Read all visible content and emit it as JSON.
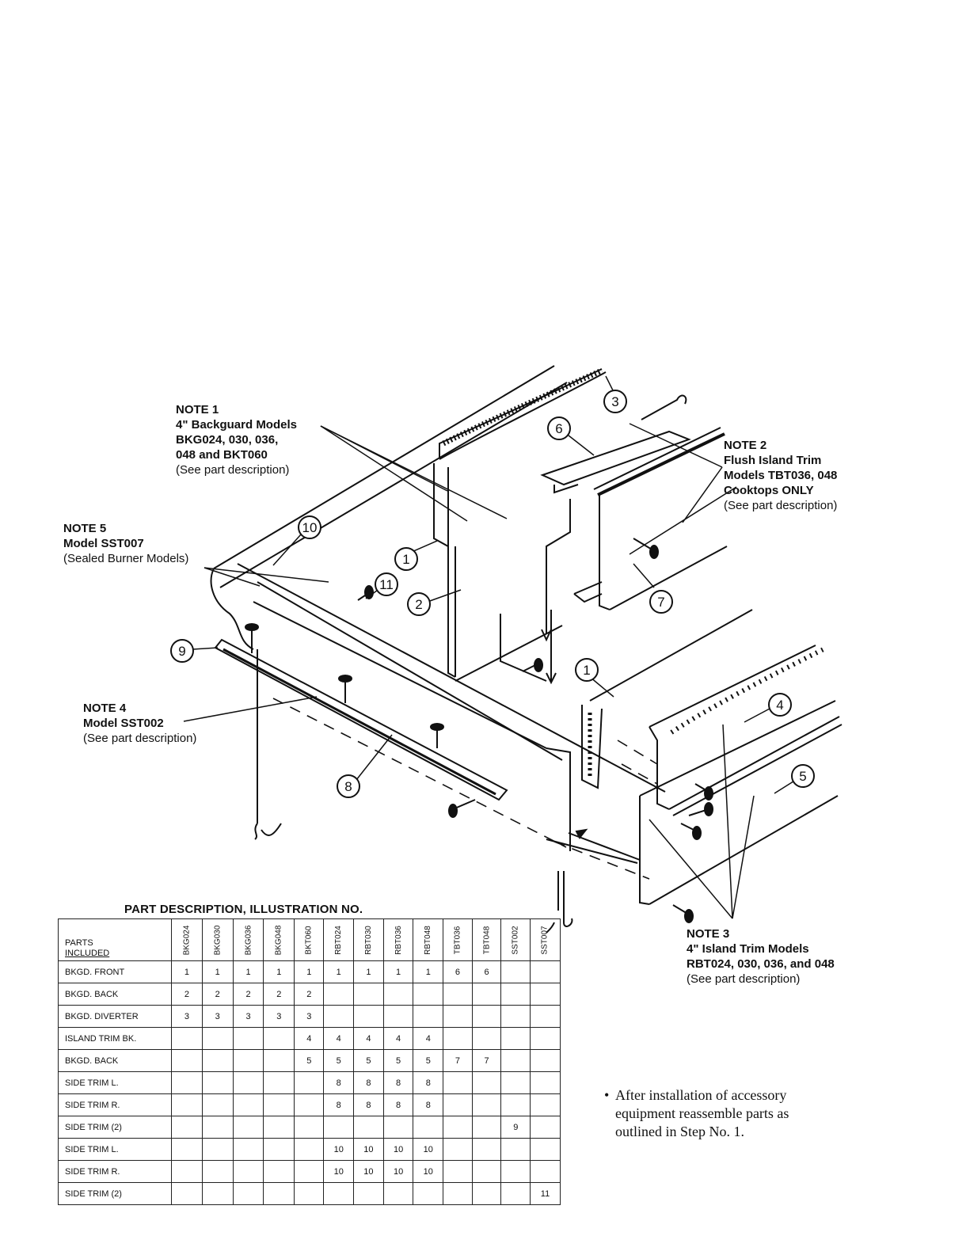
{
  "notes": {
    "note1": {
      "title": "NOTE 1",
      "lines_bold": [
        "4\" Backguard Models",
        "BKG024, 030, 036,",
        "048 and BKT060"
      ],
      "detail": "(See part description)"
    },
    "note2": {
      "title": "NOTE 2",
      "lines_bold": [
        "Flush Island Trim",
        "Models TBT036, 048",
        "Cooktops ONLY"
      ],
      "detail": "(See part description)"
    },
    "note3": {
      "title": "NOTE 3",
      "lines_bold": [
        "4\" Island Trim Models",
        "RBT024, 030, 036, and 048"
      ],
      "detail": "(See part description)"
    },
    "note4": {
      "title": "NOTE 4",
      "lines_bold": [
        "Model SST002"
      ],
      "detail": "(See part description)"
    },
    "note5": {
      "title": "NOTE 5",
      "lines_bold": [
        "Model SST007"
      ],
      "detail": "(Sealed Burner Models)"
    }
  },
  "callouts": [
    "1",
    "1",
    "2",
    "3",
    "4",
    "5",
    "6",
    "7",
    "8",
    "9",
    "10",
    "11"
  ],
  "table": {
    "title": "PART DESCRIPTION, ILLUSTRATION NO.",
    "corner_label": [
      "PARTS",
      "INCLUDED"
    ],
    "models": [
      "BKG024",
      "BKG030",
      "BKG036",
      "BKG048",
      "BKT060",
      "RBT024",
      "RBT030",
      "RBT036",
      "RBT048",
      "TBT036",
      "TBT048",
      "SST002",
      "SST007"
    ],
    "rows": [
      {
        "part": "BKGD. FRONT",
        "values": [
          "1",
          "1",
          "1",
          "1",
          "1",
          "1",
          "1",
          "1",
          "1",
          "6",
          "6",
          "",
          ""
        ]
      },
      {
        "part": "BKGD. BACK",
        "values": [
          "2",
          "2",
          "2",
          "2",
          "2",
          "",
          "",
          "",
          "",
          "",
          "",
          "",
          ""
        ]
      },
      {
        "part": "BKGD. DIVERTER",
        "values": [
          "3",
          "3",
          "3",
          "3",
          "3",
          "",
          "",
          "",
          "",
          "",
          "",
          "",
          ""
        ]
      },
      {
        "part": "ISLAND TRIM BK.",
        "values": [
          "",
          "",
          "",
          "",
          "4",
          "4",
          "4",
          "4",
          "4",
          "",
          "",
          "",
          ""
        ]
      },
      {
        "part": "BKGD. BACK",
        "values": [
          "",
          "",
          "",
          "",
          "5",
          "5",
          "5",
          "5",
          "5",
          "7",
          "7",
          "",
          ""
        ]
      },
      {
        "part": "SIDE TRIM L.",
        "values": [
          "",
          "",
          "",
          "",
          "",
          "8",
          "8",
          "8",
          "8",
          "",
          "",
          "",
          ""
        ]
      },
      {
        "part": "SIDE TRIM R.",
        "values": [
          "",
          "",
          "",
          "",
          "",
          "8",
          "8",
          "8",
          "8",
          "",
          "",
          "",
          ""
        ]
      },
      {
        "part": "SIDE TRIM (2)",
        "values": [
          "",
          "",
          "",
          "",
          "",
          "",
          "",
          "",
          "",
          "",
          "",
          "9",
          ""
        ]
      },
      {
        "part": "SIDE TRIM L.",
        "values": [
          "",
          "",
          "",
          "",
          "",
          "10",
          "10",
          "10",
          "10",
          "",
          "",
          "",
          ""
        ]
      },
      {
        "part": "SIDE TRIM R.",
        "values": [
          "",
          "",
          "",
          "",
          "",
          "10",
          "10",
          "10",
          "10",
          "",
          "",
          "",
          ""
        ]
      },
      {
        "part": "SIDE TRIM (2)",
        "values": [
          "",
          "",
          "",
          "",
          "",
          "",
          "",
          "",
          "",
          "",
          "",
          "",
          "11"
        ]
      }
    ]
  },
  "final_note": {
    "bullet": "•",
    "lines": [
      "After installation of accessory",
      "equipment reassemble parts as",
      "outlined in Step No. 1."
    ]
  }
}
